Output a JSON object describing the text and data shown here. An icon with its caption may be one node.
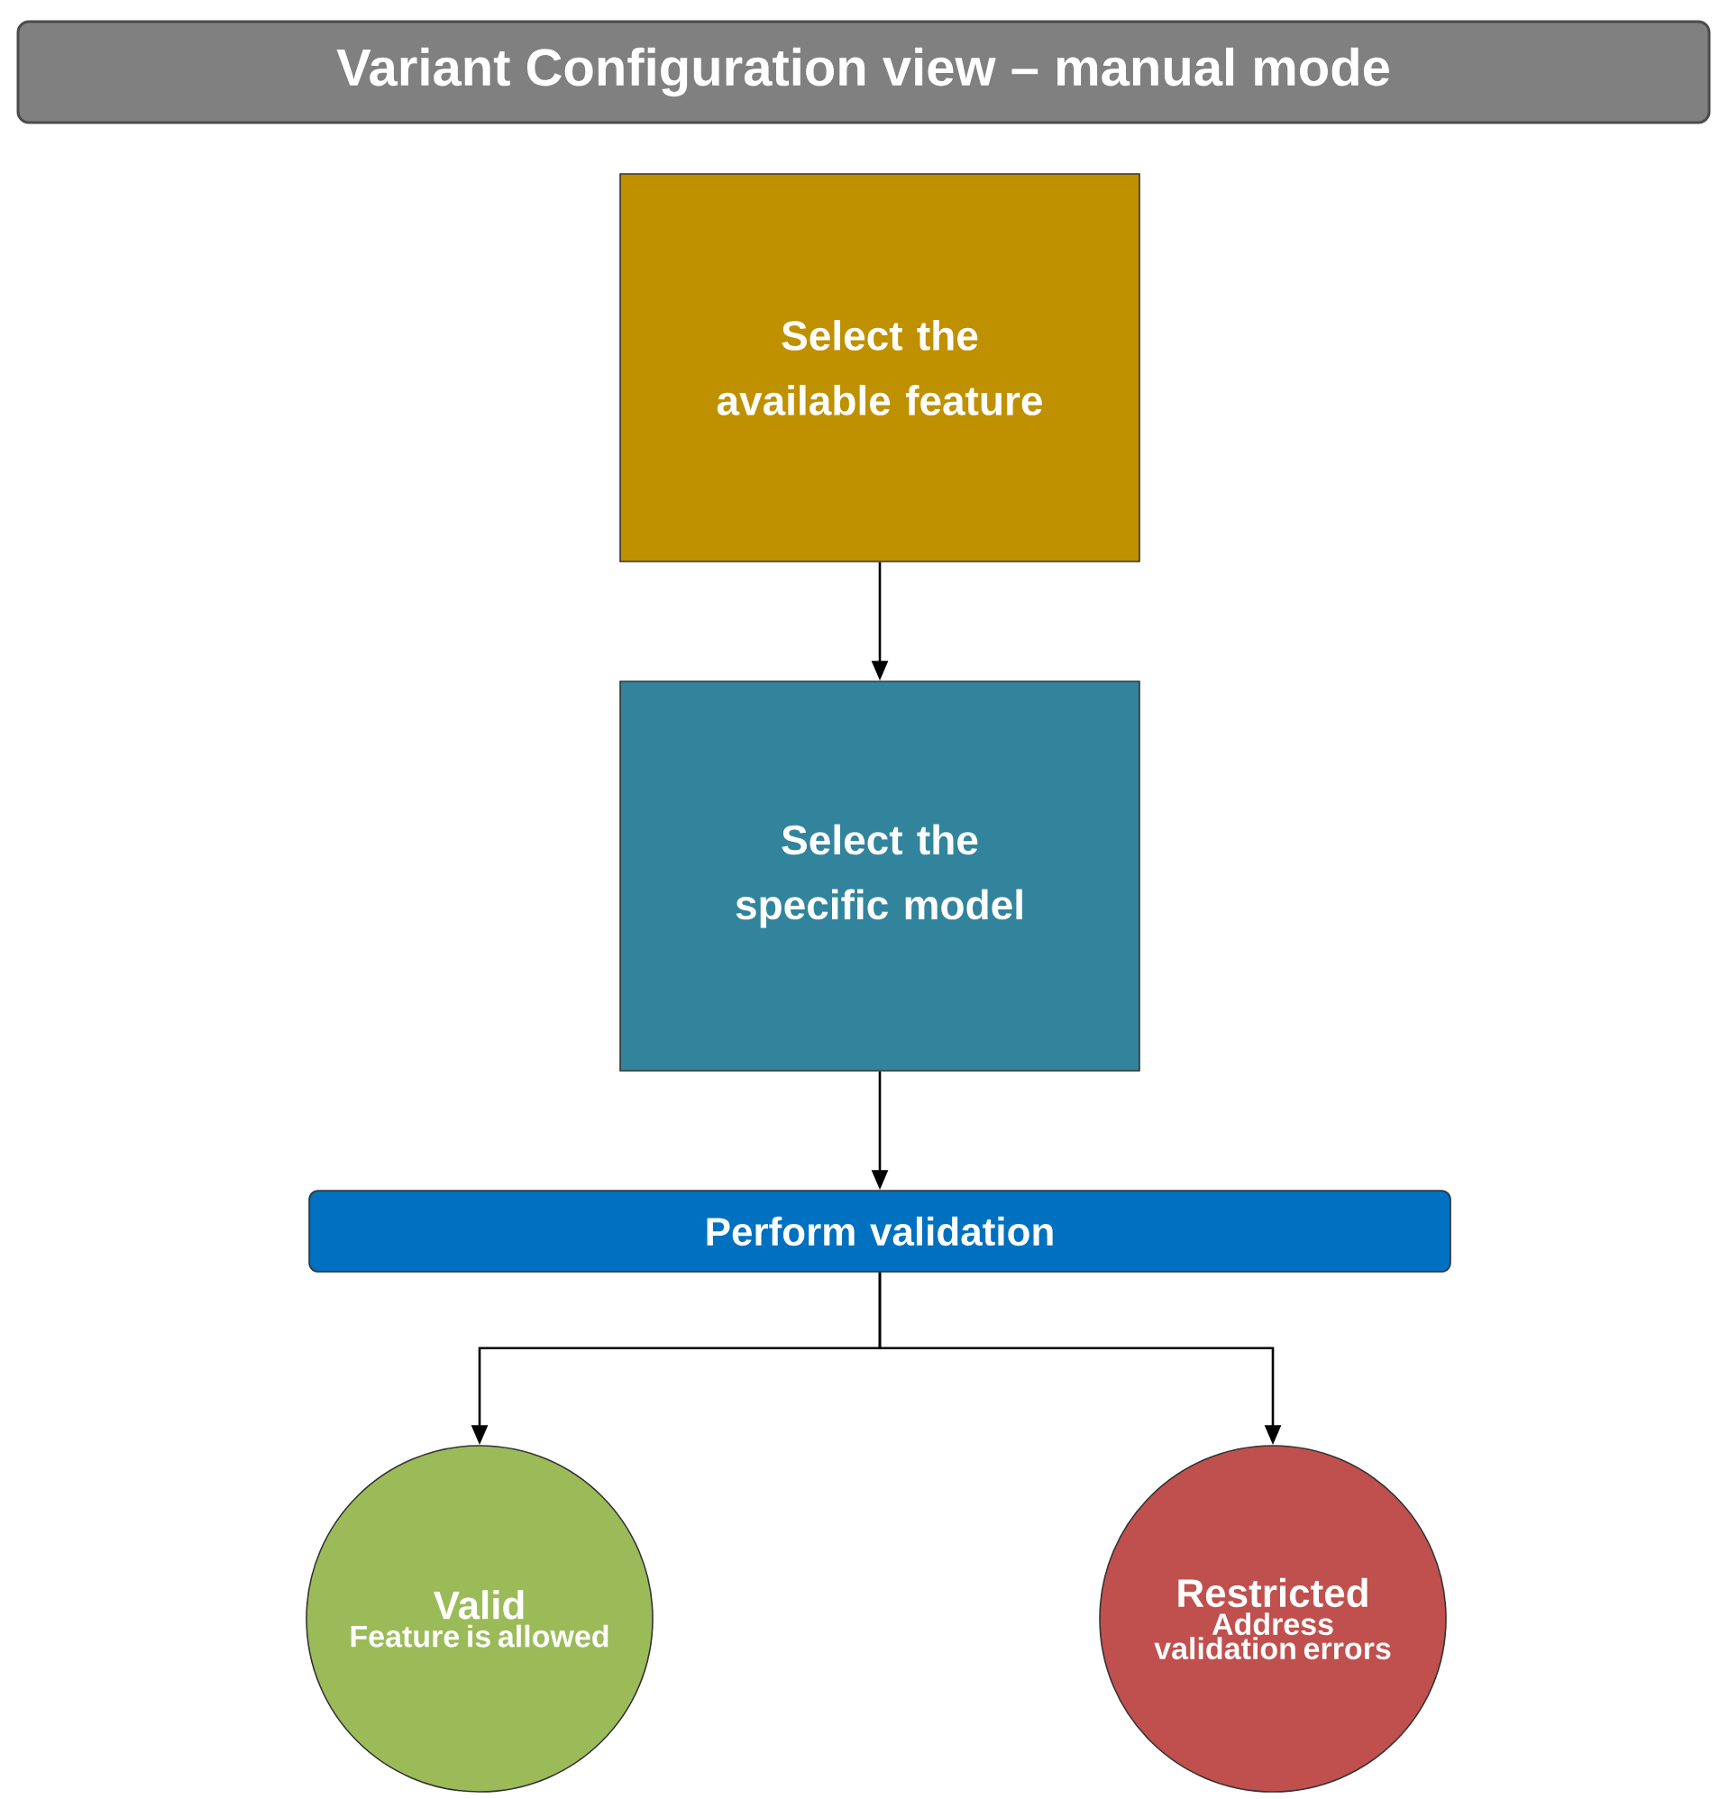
{
  "diagram": {
    "title": "Variant Configuration view – manual mode",
    "nodes": [
      {
        "text": [
          "Select the available feature"
        ]
      },
      {
        "text": [
          "Select the specific model"
        ]
      },
      {
        "text": [
          "Perform validation"
        ]
      },
      {
        "text": [
          "Valid",
          "Feature is allowed"
        ]
      },
      {
        "text": [
          "Restricted",
          "Address validation errors"
        ]
      }
    ],
    "edges": [
      {
        "from": 0,
        "to": 1,
        "arrow": "to"
      },
      {
        "from": 1,
        "to": 2,
        "arrow": "to"
      },
      {
        "from": 2,
        "to": 3,
        "arrow": "to"
      },
      {
        "from": 2,
        "to": 4,
        "arrow": "to"
      }
    ]
  }
}
